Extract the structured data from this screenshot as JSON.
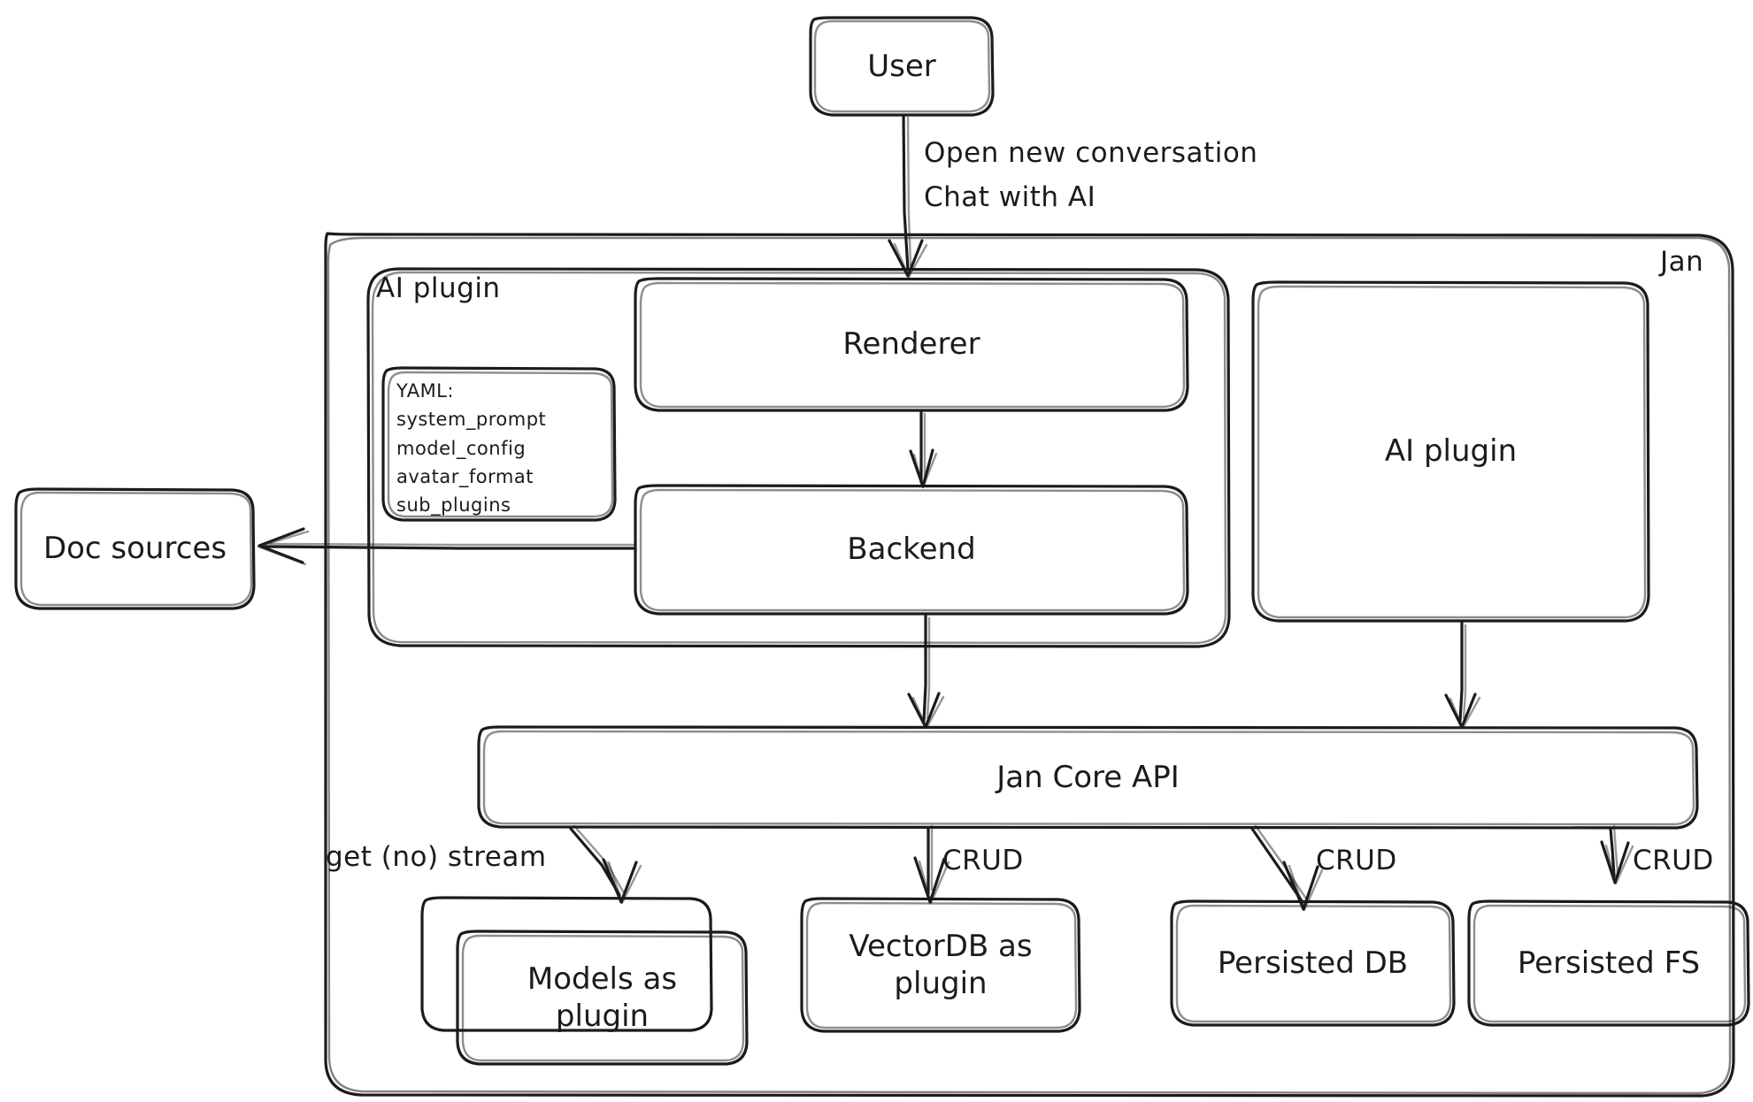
{
  "diagram": {
    "title_hidden": "",
    "style": "hand-drawn architecture diagram",
    "stroke_color": "#1b1b1f",
    "background_color": "#ffffff"
  },
  "nodes": {
    "user": {
      "label": "User"
    },
    "jan_group": {
      "label": "Jan"
    },
    "ai_plugin_group": {
      "label": "AI plugin"
    },
    "yaml_note": {
      "title": "YAML:",
      "items": [
        "system_prompt",
        "model_config",
        "avatar_format",
        "sub_plugins"
      ]
    },
    "renderer": {
      "label": "Renderer"
    },
    "backend": {
      "label": "Backend"
    },
    "ai_plugin_right": {
      "label": "AI plugin"
    },
    "doc_sources": {
      "label": "Doc sources"
    },
    "jan_core_api": {
      "label": "Jan Core API"
    },
    "models_plugin": {
      "label": "Models as\nplugin"
    },
    "vectordb_plugin": {
      "label": "VectorDB as\nplugin"
    },
    "persisted_db": {
      "label": "Persisted DB"
    },
    "persisted_fs": {
      "label": "Persisted FS"
    }
  },
  "edges": {
    "user_to_renderer": {
      "label_line1": "Open new conversation",
      "label_line2": "Chat with AI"
    },
    "renderer_to_backend": {
      "label": ""
    },
    "backend_to_doc_sources": {
      "label": ""
    },
    "backend_to_core": {
      "label": ""
    },
    "ai_plugin_to_core": {
      "label": ""
    },
    "core_to_models": {
      "label": "get (no) stream"
    },
    "core_to_vectordb": {
      "label": "CRUD"
    },
    "core_to_persisted_db": {
      "label": "CRUD"
    },
    "core_to_persisted_fs": {
      "label": "CRUD"
    }
  }
}
